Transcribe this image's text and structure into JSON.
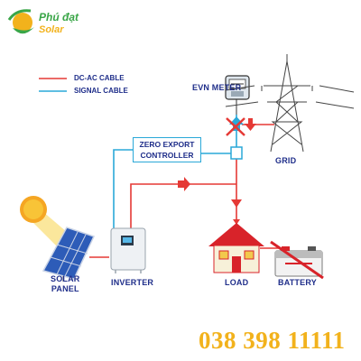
{
  "logo": {
    "name": "Phú đạt",
    "tagline": "Solar"
  },
  "legend": [
    {
      "label": "DC-AC CABLE",
      "color": "#e53935"
    },
    {
      "label": "SIGNAL CABLE",
      "color": "#2aa8d8"
    }
  ],
  "nodes": {
    "evn_meter": "EVN METER",
    "zero_export_line1": "ZERO EXPORT",
    "zero_export_line2": "CONTROLLER",
    "grid": "GRID",
    "solar_panel_line1": "SOLAR",
    "solar_panel_line2": "PANEL",
    "inverter": "INVERTER",
    "load": "LOAD",
    "battery": "BATTERY"
  },
  "hotline": "038 398 11111",
  "colors": {
    "dc_ac": "#e53935",
    "signal": "#2aa8d8",
    "text": "#1f2e8a",
    "hotline": "#f2b21c"
  }
}
